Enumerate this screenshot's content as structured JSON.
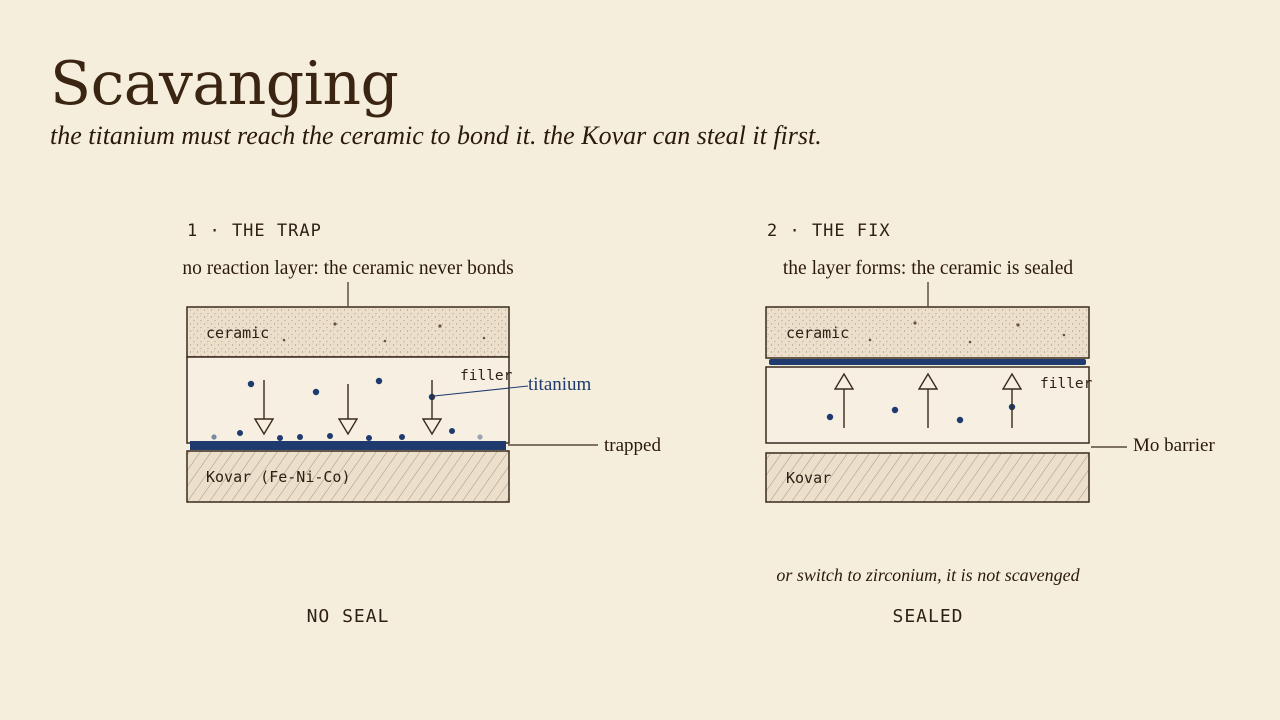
{
  "title": "Scavanging",
  "subtitle": "the titanium must reach the ceramic to bond it. the Kovar can steal it first.",
  "colors": {
    "background": "#f6eedd",
    "ink": "#3a2a1c",
    "titanium": "#1f3a6e",
    "ceramic_fill": "#ece0cc",
    "kovar_fill": "#ece0cc"
  },
  "panels": [
    {
      "heading": "1 · THE TRAP",
      "caption": "no reaction layer: the ceramic never bonds",
      "ceramic_label": "ceramic",
      "filler_label": "filler",
      "titanium_label": "titanium",
      "base_label": "Kovar (Fe-Ni-Co)",
      "side_label": "trapped",
      "arrow_direction": "down",
      "result": "NO SEAL"
    },
    {
      "heading": "2 · THE FIX",
      "caption": "the layer forms: the ceramic is sealed",
      "ceramic_label": "ceramic",
      "filler_label": "filler",
      "base_label": "Kovar",
      "side_label": "Mo barrier",
      "arrow_direction": "up",
      "note": "or switch to zirconium, it is not scavenged",
      "result": "SEALED"
    }
  ]
}
